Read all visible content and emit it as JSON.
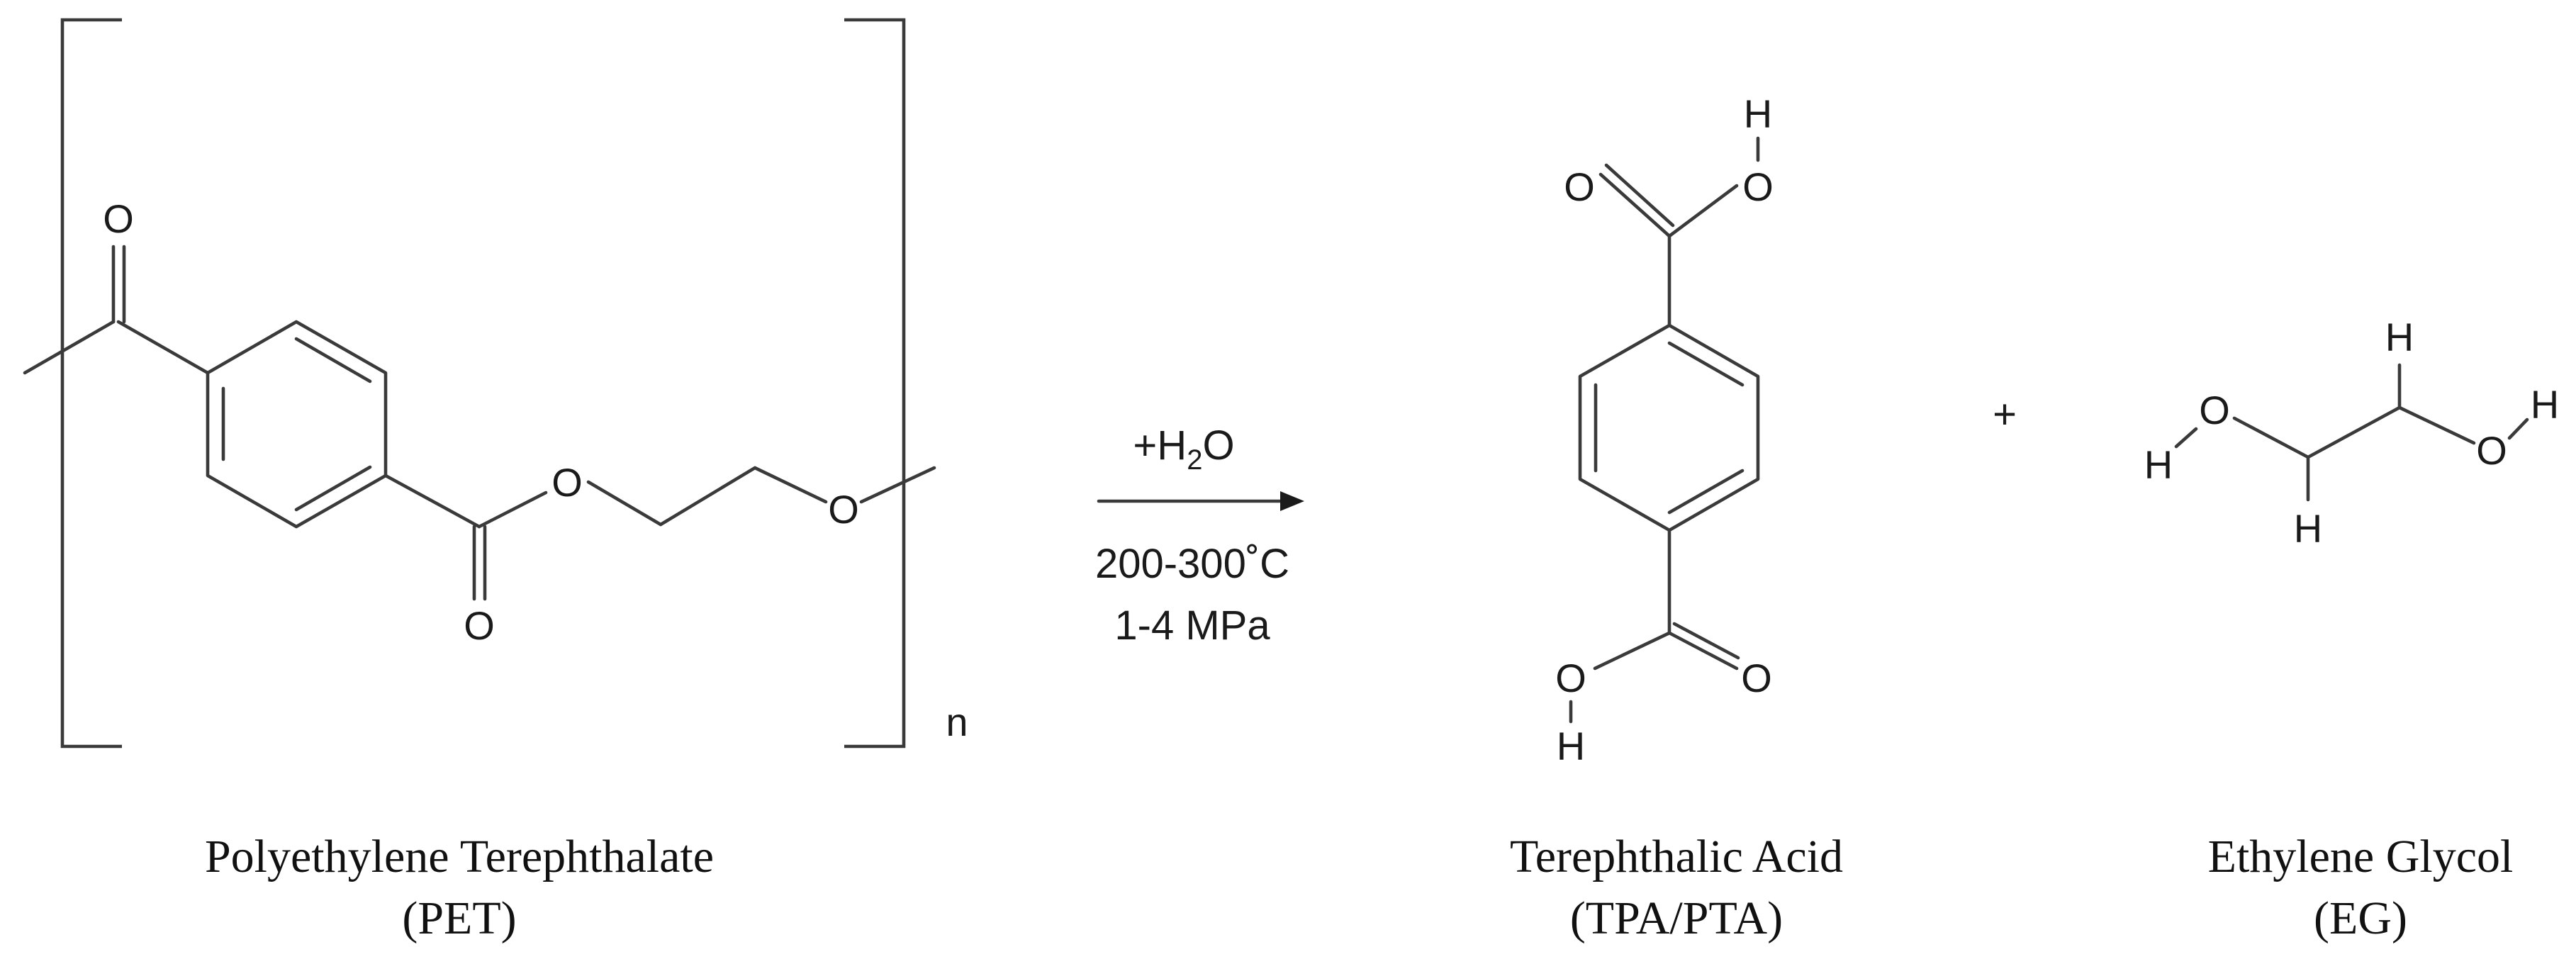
{
  "reaction": {
    "reagent_prefix": "+H",
    "reagent_subscript": "2",
    "reagent_suffix": "O",
    "temperature": "200-300˚C",
    "pressure": "1-4 MPa",
    "plus_sign": "+"
  },
  "pet": {
    "repeat_unit_label": "n",
    "atoms": {
      "O1": "O",
      "O2": "O",
      "O3": "O",
      "O4": "O"
    },
    "name": "Polyethylene Terephthalate",
    "abbreviation": "(PET)"
  },
  "tpa": {
    "atoms": {
      "H_top": "H",
      "O_top_hydroxyl": "O",
      "O_top_carbonyl": "O",
      "O_bottom_hydroxyl": "O",
      "O_bottom_carbonyl": "O",
      "H_bottom": "H"
    },
    "name": "Terephthalic Acid",
    "abbreviation": "(TPA/PTA)"
  },
  "eg": {
    "atoms": {
      "H_left": "H",
      "O_left": "O",
      "H_bottom": "H",
      "H_top": "H",
      "O_right": "O",
      "H_right": "H"
    },
    "name": "Ethylene Glycol",
    "abbreviation": "(EG)"
  }
}
